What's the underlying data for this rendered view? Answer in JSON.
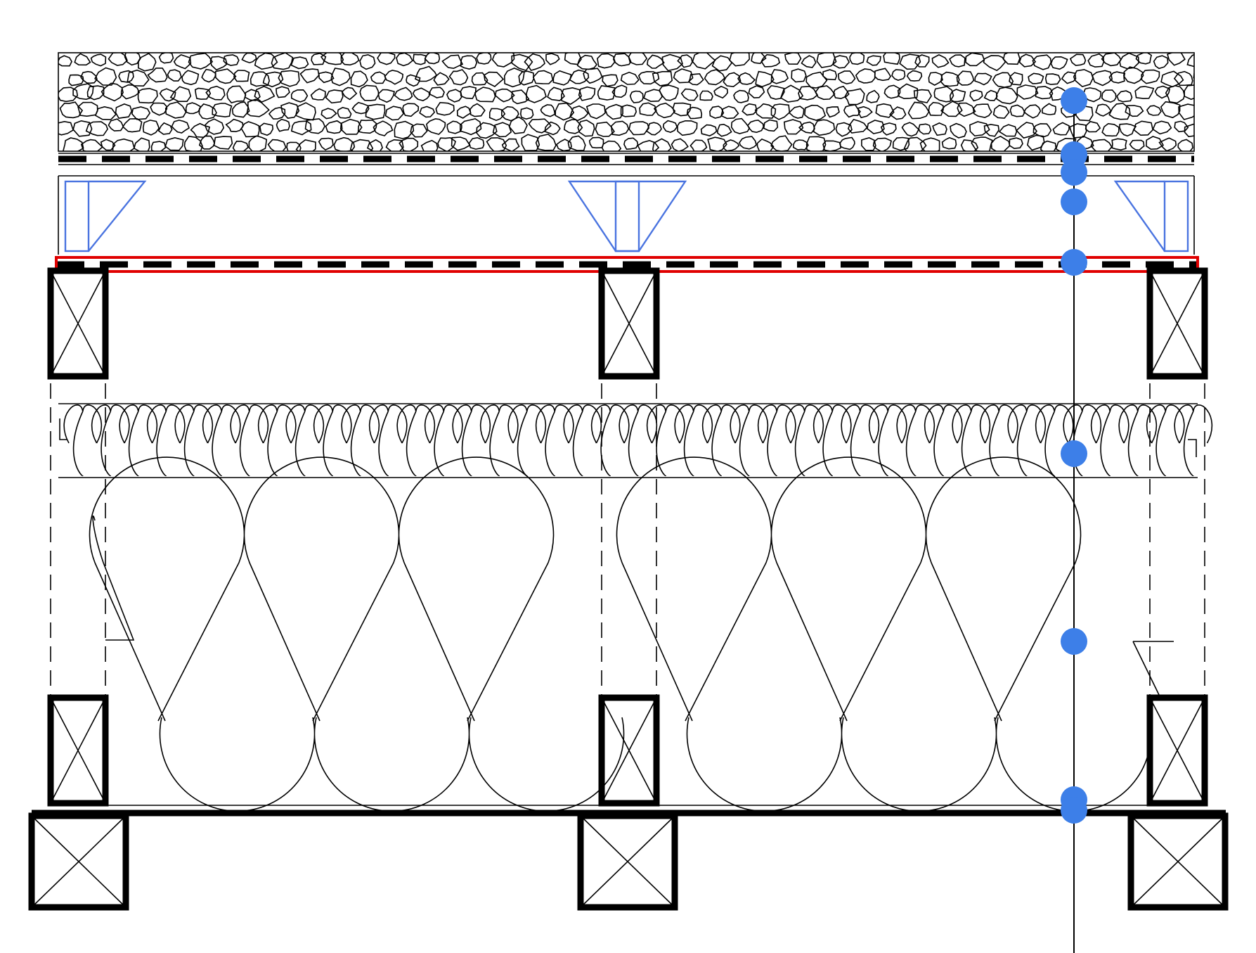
{
  "drawing": {
    "colors": {
      "background": "#ffffff",
      "line": "#000000",
      "highlight": "#e00000",
      "bracket": "#4a74e0",
      "marker": "#3d7fe8"
    },
    "layers": [
      {
        "id": "gravel",
        "name": "gravel-layer"
      },
      {
        "id": "membrane-top",
        "name": "dashed-membrane-top"
      },
      {
        "id": "batten-space",
        "name": "batten-space-with-brackets"
      },
      {
        "id": "membrane-highlighted",
        "name": "highlighted-membrane"
      },
      {
        "id": "upper-timbers",
        "name": "upper-timber-row"
      },
      {
        "id": "rigid-insulation",
        "name": "rigid-insulation-layer"
      },
      {
        "id": "batt-insulation",
        "name": "batt-insulation-layer"
      },
      {
        "id": "lower-timbers",
        "name": "lower-timber-row"
      },
      {
        "id": "joists",
        "name": "joist-row"
      }
    ],
    "section_line": {
      "marker_count": 9
    }
  }
}
